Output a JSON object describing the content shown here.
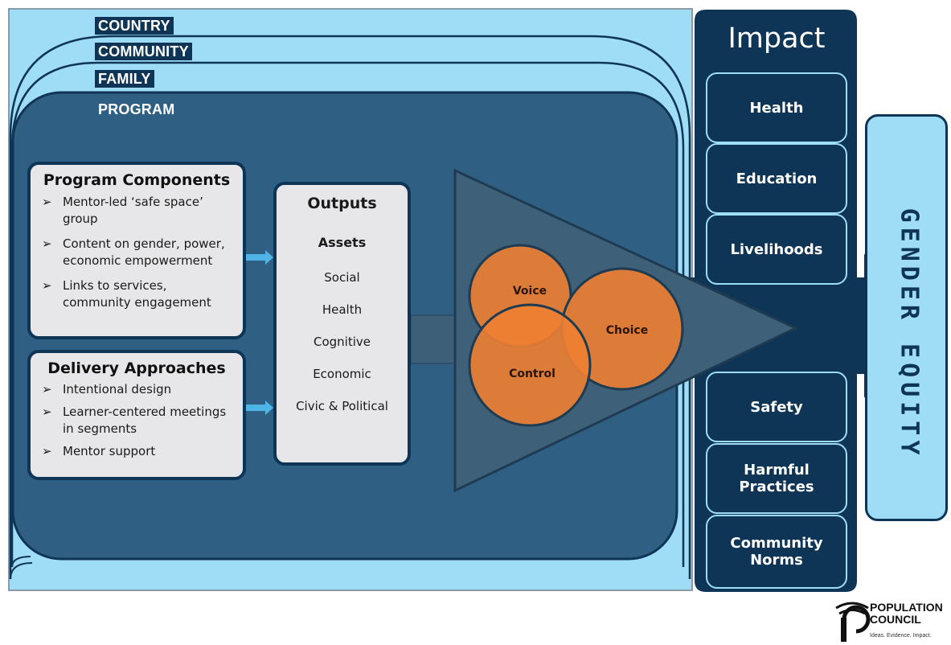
{
  "layers": {
    "country": "COUNTRY",
    "community": "COMMUNITY",
    "family": "FAMILY",
    "program": "PROGRAM"
  },
  "program_components": {
    "title": "Program Components",
    "items": [
      "Mentor-led ‘safe space’ group",
      "Content on gender, power, economic empowerment",
      "Links to services, community engagement"
    ]
  },
  "delivery_approaches": {
    "title": "Delivery Approaches",
    "items": [
      "Intentional design",
      "Learner-centered meetings in segments",
      "Mentor support"
    ]
  },
  "outputs": {
    "title": "Outputs",
    "subtitle": "Assets",
    "items": [
      "Social",
      "Health",
      "Cognitive",
      "Economic",
      "Civic & Political"
    ]
  },
  "agency": {
    "voice": "Voice",
    "choice": "Choice",
    "control": "Control"
  },
  "impact": {
    "title": "Impact",
    "upper": [
      "Health",
      "Education",
      "Livelihoods"
    ],
    "lower": [
      "Safety",
      "Harmful Practices",
      "Community Norms"
    ]
  },
  "goal": "GENDER EQUITY",
  "logo": {
    "name_line1": "POPULATION",
    "name_line2": "COUNCIL",
    "tagline": "Ideas. Evidence. Impact."
  },
  "colors": {
    "navy": "#0f3556",
    "light_blue": "#9fdcf5",
    "program_blue": "#2f5f83",
    "orange": "#ee7f32"
  }
}
